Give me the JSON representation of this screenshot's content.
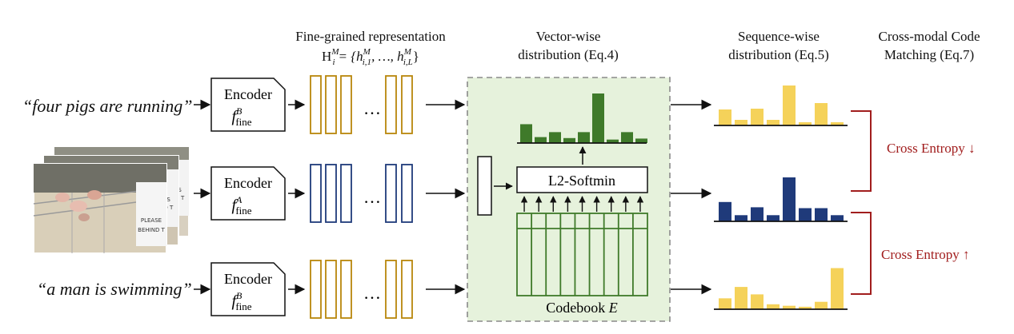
{
  "headers": {
    "fine_grained_title": "Fine-grained representation",
    "fine_grained_formula_H": "H",
    "fine_grained_formula_sub": "i",
    "fine_grained_formula_sup": "M",
    "fine_grained_formula_rest": "= {h",
    "fine_grained_formula_h1_sub": "i,1",
    "fine_grained_formula_mid": ", …, h",
    "fine_grained_formula_hL_sub": "i,L",
    "fine_grained_formula_end": "}",
    "vector_wise_line1": "Vector-wise",
    "vector_wise_line2": "distribution (Eq.4)",
    "sequence_wise_line1": "Sequence-wise",
    "sequence_wise_line2": "distribution (Eq.5)",
    "cross_modal_line1": "Cross-modal Code",
    "cross_modal_line2": "Matching (Eq.7)"
  },
  "rows": [
    {
      "input": "“four pigs are running”",
      "encoder_label": "Encoder",
      "encoder_f": "f",
      "encoder_sub": "fine",
      "encoder_sup": "B",
      "dots": "…",
      "color": "#b8860b"
    },
    {
      "input_image": "video-frames",
      "encoder_label": "Encoder",
      "encoder_f": "f",
      "encoder_sub": "fine",
      "encoder_sup": "A",
      "dots": "…",
      "color": "#1f3a7a"
    },
    {
      "input": "“a man is swimming”",
      "encoder_label": "Encoder",
      "encoder_f": "f",
      "encoder_sub": "fine",
      "encoder_sup": "B",
      "dots": "…",
      "color": "#b8860b"
    }
  ],
  "module": {
    "softmin_label": "L2-Softmin",
    "codebook_label": "Codebook ",
    "codebook_var": "E",
    "bg_color": "#e6f2dc",
    "green": "#3f7a2a"
  },
  "losses": {
    "top": "Cross Entropy ↓",
    "bottom": "Cross Entropy ↑",
    "color": "#a11d1d"
  },
  "frame_sign_text": [
    "LEAS",
    "HIND T",
    "LEAS",
    "HIND T",
    "PLEASE",
    "BEHIND T"
  ],
  "icons": [
    "arrow-icon",
    "ellipsis-icon",
    "bracket-icon"
  ],
  "vector_bars": [
    0.38,
    0.12,
    0.22,
    0.1,
    0.22,
    1.0,
    0.07,
    0.22,
    0.09
  ],
  "seq_bars_top": [
    0.4,
    0.14,
    0.42,
    0.14,
    1.0,
    0.08,
    0.56,
    0.08
  ],
  "seq_bars_mid": [
    0.44,
    0.14,
    0.32,
    0.14,
    1.0,
    0.3,
    0.3,
    0.14
  ],
  "seq_bars_bot": [
    0.22,
    0.45,
    0.3,
    0.1,
    0.07,
    0.05,
    0.15,
    0.83
  ]
}
